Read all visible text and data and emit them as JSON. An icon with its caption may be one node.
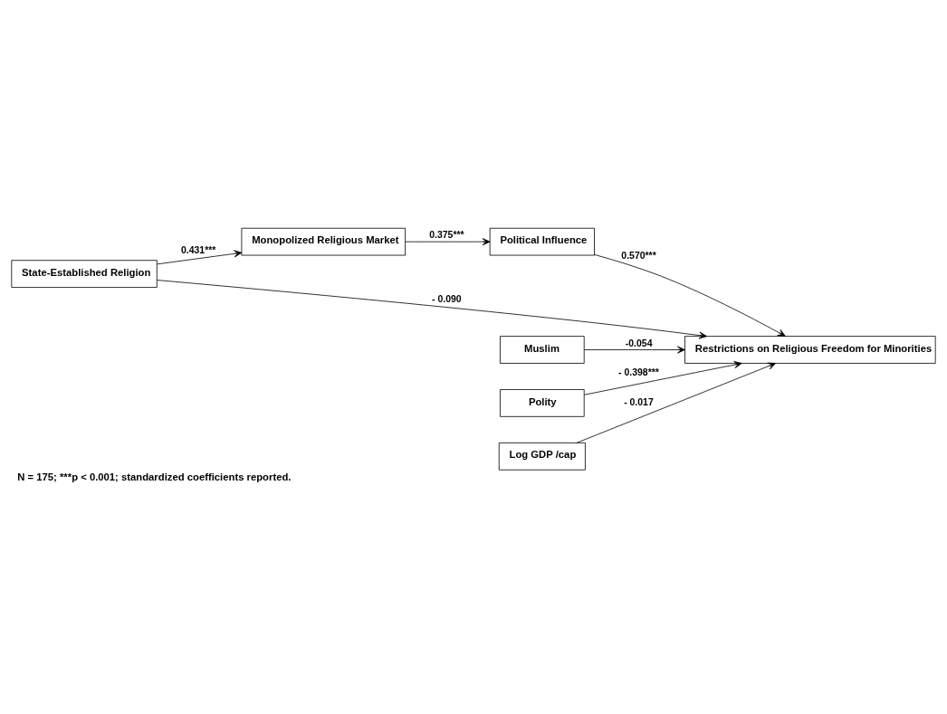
{
  "diagram": {
    "caption": "N = 175; ***p < 0.001; standardized coefficients reported.",
    "nodes": [
      {
        "text": [
          "State-Established Religion"
        ]
      },
      {
        "text": [
          "Monopolized Religious Market"
        ]
      },
      {
        "text": [
          "Political Influence"
        ]
      },
      {
        "text": [
          "Restrictions on Religious Freedom for Minorities"
        ]
      },
      {
        "text": [
          "Muslim"
        ]
      },
      {
        "text": [
          "Polity"
        ]
      },
      {
        "text": [
          "Log GDP /cap"
        ]
      }
    ],
    "edges": [
      {
        "from": 0,
        "to": 1,
        "arrow": "to",
        "label": "0.431***"
      },
      {
        "from": 1,
        "to": 2,
        "arrow": "to",
        "label": "0.375***"
      },
      {
        "from": 2,
        "to": 3,
        "arrow": "to",
        "label": "0.570***"
      },
      {
        "from": 0,
        "to": 3,
        "arrow": "to",
        "label": "- 0.090"
      },
      {
        "from": 4,
        "to": 3,
        "arrow": "to",
        "label": "-0.054"
      },
      {
        "from": 5,
        "to": 3,
        "arrow": "to",
        "label": "- 0.398***"
      },
      {
        "from": 6,
        "to": 3,
        "arrow": "to",
        "label": "- 0.017"
      }
    ]
  }
}
